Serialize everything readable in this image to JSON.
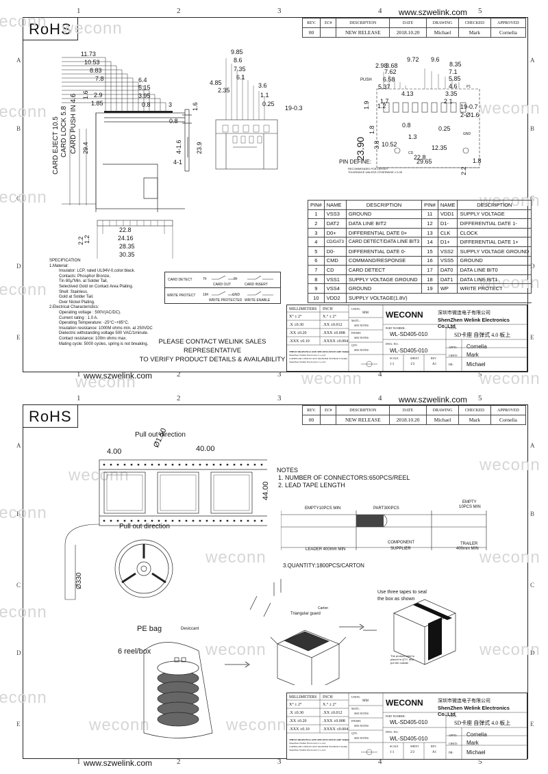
{
  "url": "www.szwelink.com",
  "rohs": "RoHS",
  "watermark": "weconn",
  "ruler_cols": [
    "1",
    "2",
    "3",
    "4",
    "5"
  ],
  "ruler_rows": [
    "A",
    "B",
    "C",
    "D",
    "E"
  ],
  "revision": {
    "headers": [
      "REV.",
      "EC#",
      "DESCRIPTION",
      "DATE",
      "DRAWING",
      "CHECKED",
      "APPROVED"
    ],
    "row": [
      "00",
      "",
      "NEW RELEASE",
      "2018.10.20",
      "Michael",
      "Mark",
      "Cornelia"
    ]
  },
  "dims": {
    "top_left": [
      "11.73",
      "10.53",
      "8.83",
      "7.8",
      "6.4",
      "5.15",
      "3.95",
      "0.8",
      "2.9",
      "1.85",
      "1.6"
    ],
    "side": [
      "3",
      "1.6",
      "0.8",
      "3.6",
      "4-1.6",
      "4-1"
    ],
    "middle": [
      "9.85",
      "8.6",
      "7.35",
      "6.1",
      "4.85",
      "3.6",
      "2.35",
      "1.1",
      "0.25",
      "19-0.3",
      "23.9"
    ],
    "left_vertical": [
      "CARD EJECT 10.5",
      "CARD LOCK 5.8",
      "CARD PUSH IN 4.6",
      "29.4"
    ],
    "bottom": [
      "22.8",
      "24.16",
      "28.35",
      "30.35",
      "2.2",
      "1.2"
    ],
    "right": [
      "2.98",
      "3.68",
      "9.72",
      "9.6",
      "8.35",
      "7.62",
      "7.1",
      "6.58",
      "5.85",
      "5.37",
      "4.6",
      "4.13",
      "3.35",
      "2.1",
      "1.7",
      "1.2",
      "19-0.7",
      "2-Ø1.6",
      "0.8",
      "0.25",
      "1.9",
      "1.8",
      "3.8",
      "10.52",
      "1.3",
      "12.35",
      "22.8",
      "1.8",
      "29.65",
      "2.2",
      "23.90"
    ],
    "right_labels": [
      "PUSH",
      "PIN DEFINE:",
      "RECOMMENDED PCB LAYOUT",
      "TOLERANCE UNLESS OTHERWISE ± 0.05",
      "GND",
      "CD",
      "P1"
    ]
  },
  "pins": {
    "headers": [
      "PIN#",
      "NAME",
      "DESCRIPTION",
      "PIN#",
      "NAME",
      "DESCRIPTION"
    ],
    "rows": [
      [
        "1",
        "VSS3",
        "GROUND",
        "11",
        "VDD1",
        "SUPPLY VOLTAGE"
      ],
      [
        "2",
        "DAT2",
        "DATA LINE BIT2",
        "12",
        "D1-",
        "DIFFERENTIAL DATE 1-"
      ],
      [
        "3",
        "D0+",
        "DIFFERENTIAL DATE 0+",
        "13",
        "CLK",
        "CLOCK"
      ],
      [
        "4",
        "CD/DAT3",
        "CARD DETECT/DATA LINE BIT3",
        "14",
        "D1+",
        "DIFFERENTIAL DATE 1+"
      ],
      [
        "5",
        "D0-",
        "DIFFERENTIAL DATE 0-",
        "15",
        "VSS2",
        "SUPPLY VOLTAGE GROUND"
      ],
      [
        "6",
        "CMD",
        "COMMAND/RESPONSE",
        "16",
        "VSS5",
        "GROUND"
      ],
      [
        "7",
        "CD",
        "CARD DETECT",
        "17",
        "DAT0",
        "DATA LINE BIT0"
      ],
      [
        "8",
        "VSS1",
        "SUPPLY VOLTAGE GROUND",
        "18",
        "DAT1",
        "DATA LINE BIT1"
      ],
      [
        "9",
        "VSS4",
        "GROUND",
        "19",
        "WP",
        "WRITE PROTECT"
      ],
      [
        "10",
        "VDD2",
        "SUPPLY VOLTAGE(1.8V)",
        "",
        "",
        ""
      ]
    ]
  },
  "spec": [
    "SPECIFICATION",
    "1.Material:",
    "Insulator: LCP, rated UL94V-0,color:black.",
    "Contacts: Phosphor Bronze,",
    "Tin 80μ\"Min. at Solder Tail,",
    "Selectived Gold on Contact Area Plating.",
    "Shell: Stainless.",
    "Gold at Solder Tail.",
    "Over Nickel Plating.",
    "2.Electrical Characteristics:",
    "Operating voltage : 500V(AC/DC).",
    "Current rating : 1.0 A.",
    "Operating Temperature: -25°C~+85°C.",
    "Insulation resistance: 1000M ohms min. at 250VDC",
    "Dielectric withstanding voltage 500 VAC/1minute.",
    "Contact resistance: 100m ohms max.",
    "Mating cycle: 5000 cycles, spring is not breaking."
  ],
  "switch": {
    "card_detect": "CARD DETECT",
    "card_out": "CARD OUT",
    "card_insert": "CARD INSERT",
    "write_protect": "WRITE PROTECT",
    "write_protected": "WRITE PROTECTED",
    "write_enable": "WRITE ENABLE",
    "pin_a": "7#",
    "pin_b": "8#",
    "pin_c": "19#",
    "gnd": "GND"
  },
  "contact": [
    "PLEASE CONTACT WELINK SALES REPRESENTATIVE",
    "TO VERIFY PRODUCT DETAILS & AVAILABILITY"
  ],
  "titleblock": {
    "brand": "WECONN",
    "company_cn": "深圳市微连电子有限公司",
    "company_en": "ShenZhen Welink Electronics Co.,Ltd",
    "part_number_label": "PART NUMBER:",
    "part_number": "WL-SD405-010",
    "title_label": "TITLE:",
    "title": "SD卡座 自弹式 4.0 板上",
    "dwg_label": "DWG. NO.:",
    "dwg": "WL-SD405-010",
    "appd_label": "APP'D:",
    "appd": "Cornelia",
    "chkd_label": "CHK'D:",
    "chkd": "Mark",
    "dr_label": "DR:",
    "dr": "Michael",
    "scale_label": "SCALE",
    "scale": "1:1",
    "sheet_label": "SHEET",
    "sheet1": "1/2",
    "sheet2": "2/2",
    "rev_label": "REV.",
    "rev": "A1",
    "millimeters": "MILLIMETERS",
    "inch": "INCH",
    "units": "UNITS:",
    "units_val": "MM",
    "matl": "MAT'L:",
    "see_notes": "SEE NOTES",
    "finish": "FINISH:",
    "qty": "QTY:",
    "tol": [
      [
        "X° ± 2°",
        "X.° ± 2°"
      ],
      [
        ".X ±0.30",
        ".XX ±0.012"
      ],
      [
        ".XX ±0.20",
        ".XXX ±0.008"
      ],
      [
        ".XXX ±0.10",
        ".XXXX ±0.004"
      ]
    ],
    "notice": [
      "THESE DRAWINGS AND SPECIFICATION ARE Welink",
      "ShenZhen Welink Electronics Co.,Ltd",
      "COPIED OR USED IN ANY MANNER WITHOUT Welink",
      "ShenZhen Welink Electronics Co.,Ltd"
    ]
  },
  "sheet2": {
    "pull_out": "Pull out direction",
    "pull_out2": "Pull out direction",
    "d1": "4.00",
    "d2": "Ø1.50",
    "d3": "40.00",
    "d4": "44.00",
    "reel_dia": "Ø330",
    "notes_title": "NOTES",
    "notes": [
      "1. NUMBER OF CONNECTORS:650PCS/REEL",
      "2. LEAD TAPE LENGTH"
    ],
    "tape": {
      "empty_min": "EMPTY10PCS MIN",
      "part": "PART300PCS",
      "empty_right": "EMPTY",
      "empty_right2": "10PCS MIN",
      "leader": "LEADER 400mm MIN",
      "component": "COMPONENT",
      "supplier": "SUPPLIER",
      "trailer": "TRAILER",
      "trailer2": "400mm MIN"
    },
    "quantity": "3.QUANTITY:1800PCS/CARTON",
    "carton": "Carton",
    "guard": "Triangular guard",
    "tapes": "Use three tapes to seal",
    "tapes2": "the box as shown",
    "product_label": "The product label is placed in QTY. and put the outside",
    "pe_bag": "PE bag",
    "desiccant": "Desiccant",
    "reels": "6 reel/box"
  }
}
